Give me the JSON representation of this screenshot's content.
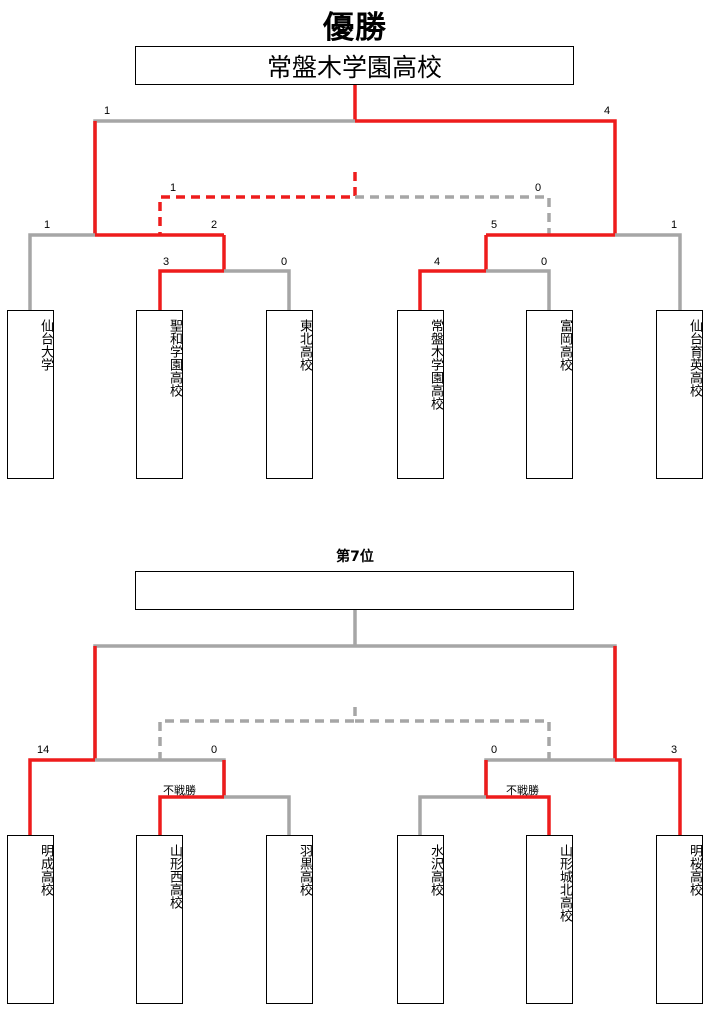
{
  "bracket1": {
    "title": "優勝",
    "winner": "常盤木学園高校",
    "teams": [
      "仙台大学",
      "聖和学園高校",
      "東北高校",
      "常盤木学園高校",
      "富岡高校",
      "仙台育英高校"
    ],
    "scores": {
      "final_left": "1",
      "final_right": "4",
      "third_left": "1",
      "third_right": "0",
      "outer_left": "1",
      "semi_left": "2",
      "qf_left_a": "3",
      "qf_left_b": "0",
      "semi_right": "5",
      "qf_right_a": "4",
      "qf_right_b": "0",
      "outer_right": "1"
    }
  },
  "bracket2": {
    "title": "第7位",
    "winner": "",
    "teams": [
      "明成高校",
      "山形西高校",
      "羽黒高校",
      "水沢高校",
      "山形城北高校",
      "明桜高校"
    ],
    "scores": {
      "outer_left": "14",
      "semi_left": "0",
      "semi_right": "0",
      "outer_right": "3"
    },
    "forfeit_left": "不戦勝",
    "forfeit_right": "不戦勝"
  },
  "colors": {
    "win": "#ee1c1c",
    "lose": "#a6a6a6",
    "border": "#000000"
  }
}
